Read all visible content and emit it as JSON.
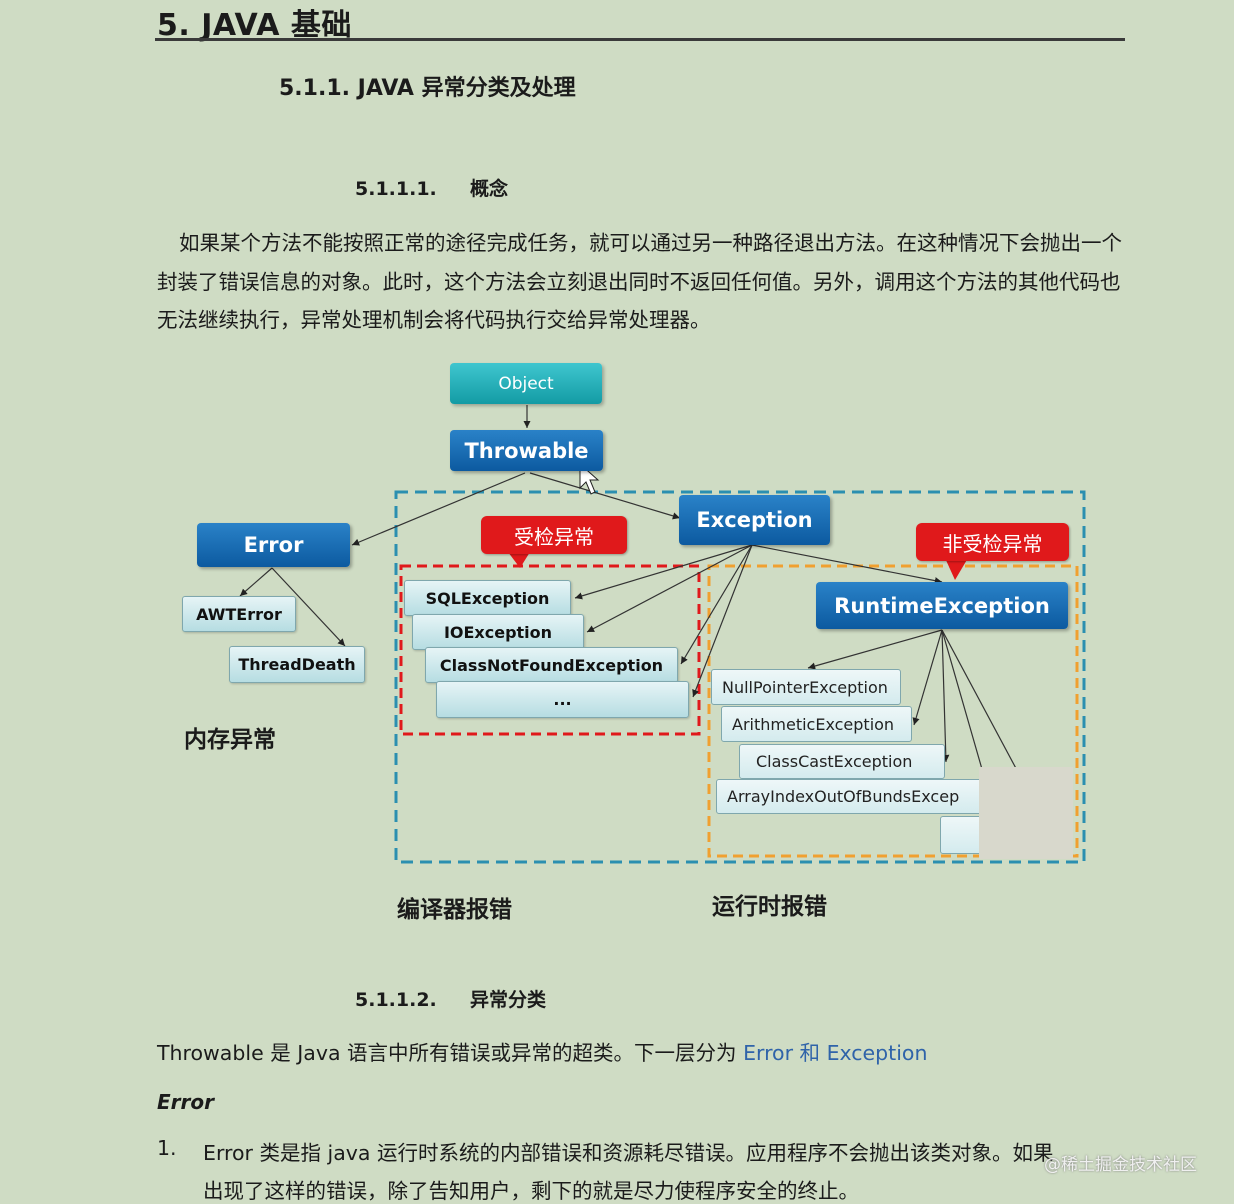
{
  "headings": {
    "h1": "5. JAVA 基础",
    "h2": "5.1.1. JAVA 异常分类及处理",
    "s1_num": "5.1.1.1.",
    "s1_title": "概念",
    "s2_num": "5.1.1.2.",
    "s2_title": "异常分类"
  },
  "intro": "如果某个方法不能按照正常的途径完成任务，就可以通过另一种路径退出方法。在这种情况下会抛出一个封装了错误信息的对象。此时，这个方法会立刻退出同时不返回任何值。另外，调用这个方法的其他代码也无法继续执行，异常处理机制会将代码执行交给异常处理器。",
  "diagram": {
    "object": "Object",
    "throwable": "Throwable",
    "error": "Error",
    "exception": "Exception",
    "runtime": "RuntimeException",
    "awt_error": "AWTError",
    "thread_death": "ThreadDeath",
    "sql": "SQLException",
    "io": "IOException",
    "cnf": "ClassNotFoundException",
    "ellipsis": "...",
    "npe": "NullPointerException",
    "arith": "ArithmeticException",
    "cast": "ClassCastException",
    "aioob": "ArrayIndexOutOfBundsExcep",
    "checked_label": "受检异常",
    "unchecked_label": "非受检异常",
    "memory_label": "内存异常",
    "compile_label": "编译器报错",
    "runtime_label": "运行时报错",
    "colors": {
      "teal": "#139ba4",
      "blue": "#0c5aa0",
      "red": "#e0191b",
      "dash_blue": "#2b8fb0",
      "dash_red": "#e0191b",
      "dash_orange": "#f0a030"
    }
  },
  "body2": {
    "line_prefix": "Throwable 是 Java 语言中所有错误或异常的超类。下一层分为 ",
    "line_link": "Error 和 Exception",
    "error_heading": "Error",
    "item_num": "1.",
    "item_line1": "Error 类是指 java 运行时系统的内部错误和资源耗尽错误。应用程序不会抛出该类对象。如果",
    "item_line2": "出现了这样的错误，除了告知用户，剩下的就是尽力使程序安全的终止。"
  },
  "watermark": "@稀土掘金技术社区"
}
